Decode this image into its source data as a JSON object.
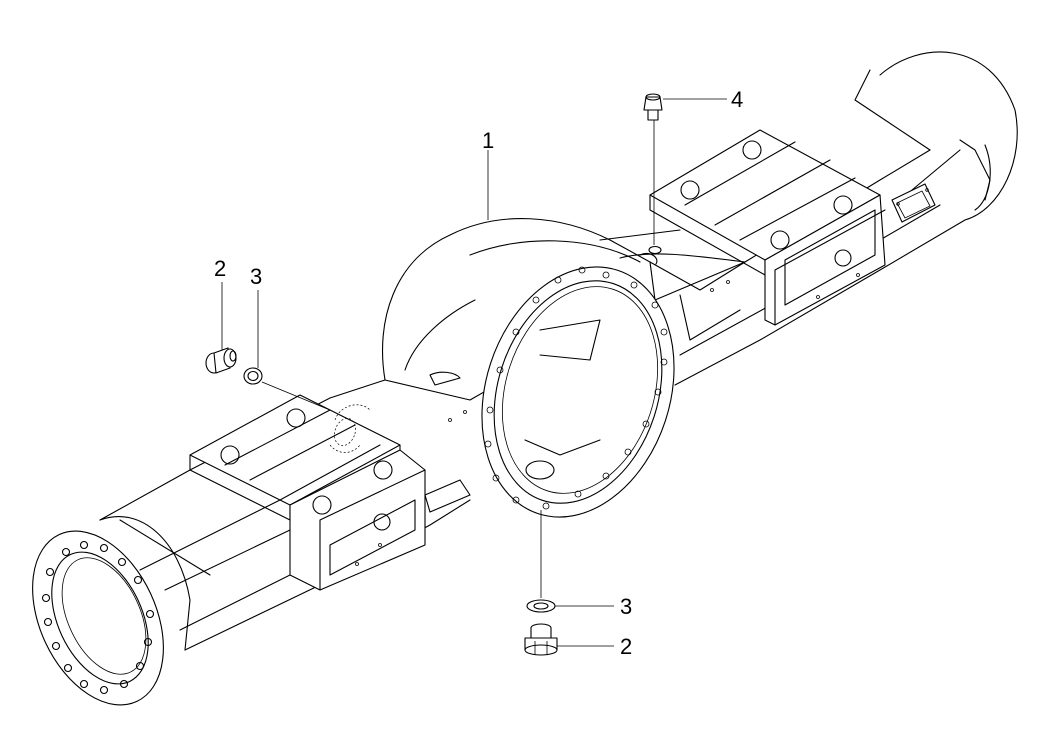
{
  "callouts": {
    "c1": "1",
    "c2_left": "2",
    "c3_left": "3",
    "c4": "4",
    "c3_bottom": "3",
    "c2_bottom": "2"
  },
  "colors": {
    "line": "#000000",
    "background": "#ffffff"
  }
}
